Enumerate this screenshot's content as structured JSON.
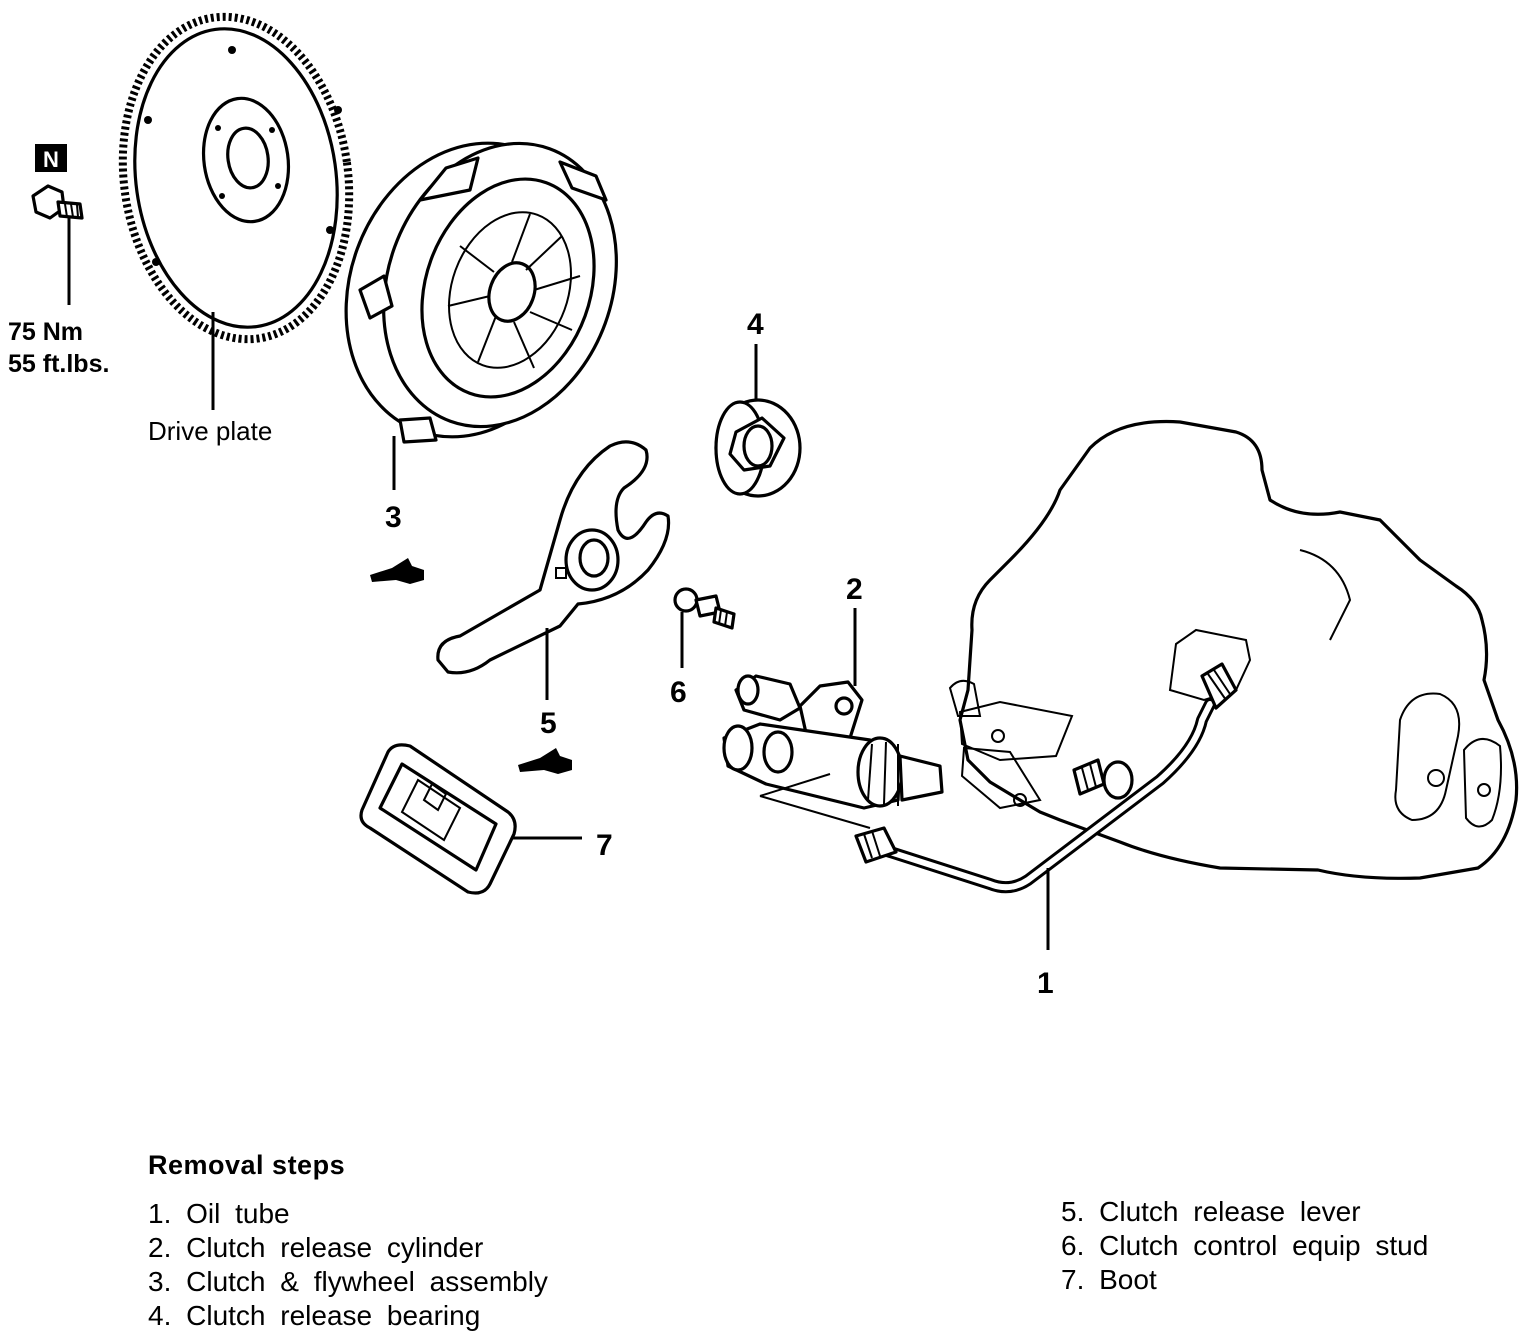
{
  "diagram": {
    "n_badge": "N",
    "torque_nm": "75 Nm",
    "torque_ftlbs": "55 ft.lbs.",
    "drive_plate_label": "Drive plate",
    "callouts": [
      "1",
      "2",
      "3",
      "4",
      "5",
      "6",
      "7"
    ]
  },
  "removal": {
    "title": "Removal steps",
    "steps_left": [
      "1. Oil tube",
      "2. Clutch release cylinder",
      "3. Clutch & flywheel assembly",
      "4. Clutch release bearing"
    ],
    "steps_right": [
      "5. Clutch release lever",
      "6. Clutch control equip stud",
      "7. Boot"
    ]
  }
}
